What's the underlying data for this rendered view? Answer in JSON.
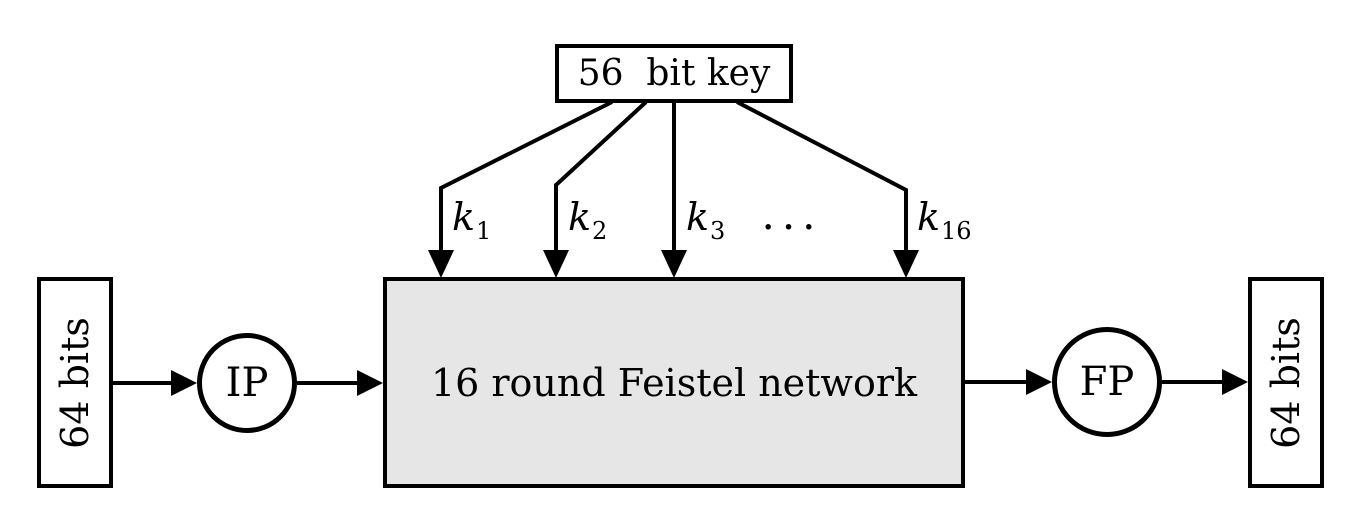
{
  "diagram": {
    "title_semantics": "DES block cipher overview",
    "key_box": {
      "label": "56  bit key"
    },
    "feistel_box": {
      "label": "16 round Feistel network"
    },
    "input_box": {
      "label": "64 bits"
    },
    "output_box": {
      "label": "64 bits"
    },
    "ip_node": {
      "label": "IP"
    },
    "fp_node": {
      "label": "FP"
    },
    "round_keys": [
      {
        "base": "k",
        "sub": "1"
      },
      {
        "base": "k",
        "sub": "2"
      },
      {
        "base": "k",
        "sub": "3"
      },
      {
        "base": "k",
        "sub": "16"
      }
    ],
    "ellipsis": "...",
    "colors": {
      "stroke": "#000000",
      "feistel_fill": "#e6e6e6",
      "background": "#ffffff"
    }
  }
}
